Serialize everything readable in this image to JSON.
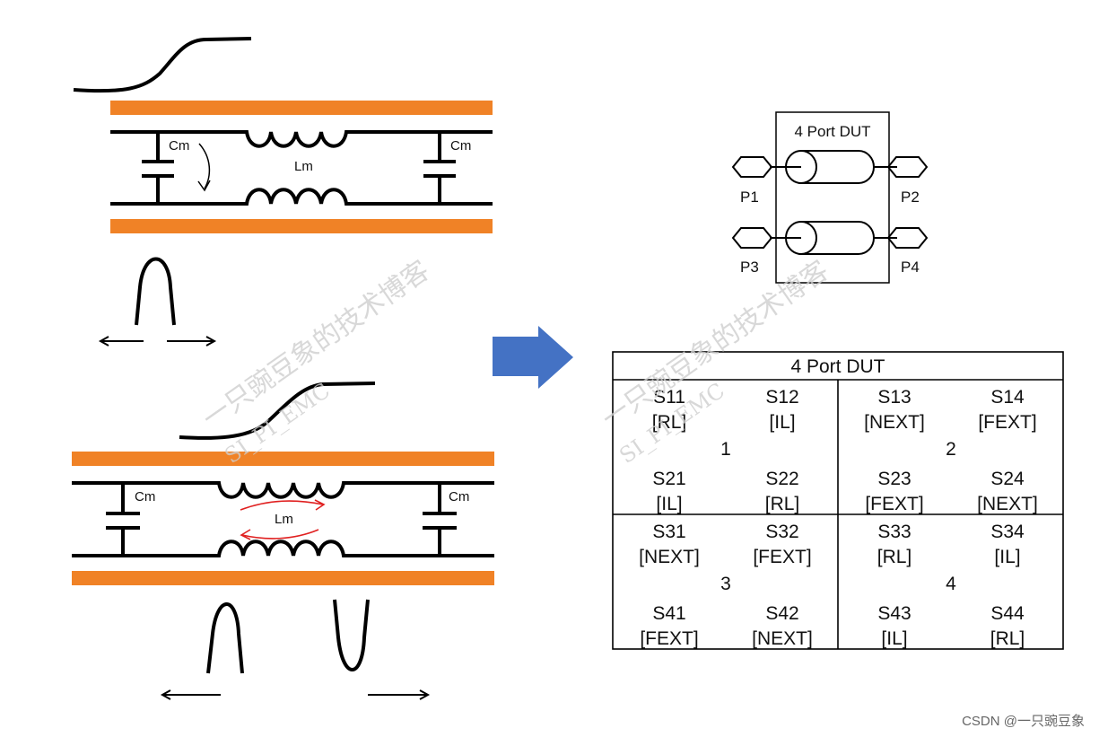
{
  "labels": {
    "cm": "Cm",
    "lm": "Lm",
    "dut_title": "4 Port DUT",
    "ports": [
      "P1",
      "P2",
      "P3",
      "P4"
    ]
  },
  "colors": {
    "trace_orange": "#f08226",
    "arrow_blue": "#4472c4",
    "coupling_red": "#e02020",
    "line_black": "#000000"
  },
  "s_matrix": {
    "title": "4 Port DUT",
    "quadrants": [
      {
        "number": "1",
        "cells": [
          {
            "name": "S11",
            "type": "[RL]"
          },
          {
            "name": "S12",
            "type": "[IL]"
          },
          {
            "name": "S21",
            "type": "[IL]"
          },
          {
            "name": "S22",
            "type": "[RL]"
          }
        ]
      },
      {
        "number": "2",
        "cells": [
          {
            "name": "S13",
            "type": "[NEXT]"
          },
          {
            "name": "S14",
            "type": "[FEXT]"
          },
          {
            "name": "S23",
            "type": "[FEXT]"
          },
          {
            "name": "S24",
            "type": "[NEXT]"
          }
        ]
      },
      {
        "number": "3",
        "cells": [
          {
            "name": "S31",
            "type": "[NEXT]"
          },
          {
            "name": "S32",
            "type": "[FEXT]"
          },
          {
            "name": "S41",
            "type": "[FEXT]"
          },
          {
            "name": "S42",
            "type": "[NEXT]"
          }
        ]
      },
      {
        "number": "4",
        "cells": [
          {
            "name": "S33",
            "type": "[RL]"
          },
          {
            "name": "S34",
            "type": "[IL]"
          },
          {
            "name": "S43",
            "type": "[IL]"
          },
          {
            "name": "S44",
            "type": "[RL]"
          }
        ]
      }
    ]
  },
  "watermarks": {
    "diagonal_cn": "一只豌豆象的技术博客",
    "diagonal_en": "SI_PI_EMC",
    "footer": "CSDN @一只豌豆象"
  }
}
